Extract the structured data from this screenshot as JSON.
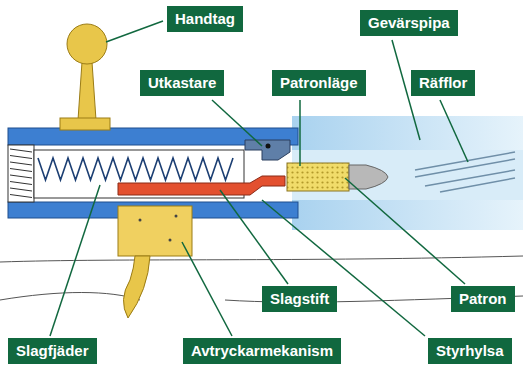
{
  "diagram": {
    "nodes": [
      {
        "text": [
          "Handtag"
        ]
      },
      {
        "text": [
          "Gevärspipa"
        ]
      },
      {
        "text": [
          "Utkastare"
        ]
      },
      {
        "text": [
          "Patronläge"
        ]
      },
      {
        "text": [
          "Räfflor"
        ]
      },
      {
        "text": [
          "Slagstift"
        ]
      },
      {
        "text": [
          "Patron"
        ]
      },
      {
        "text": [
          "Slagfjäder"
        ]
      },
      {
        "text": [
          "Avtryckarmekanism"
        ]
      },
      {
        "text": [
          "Styrhylsa"
        ]
      }
    ]
  }
}
